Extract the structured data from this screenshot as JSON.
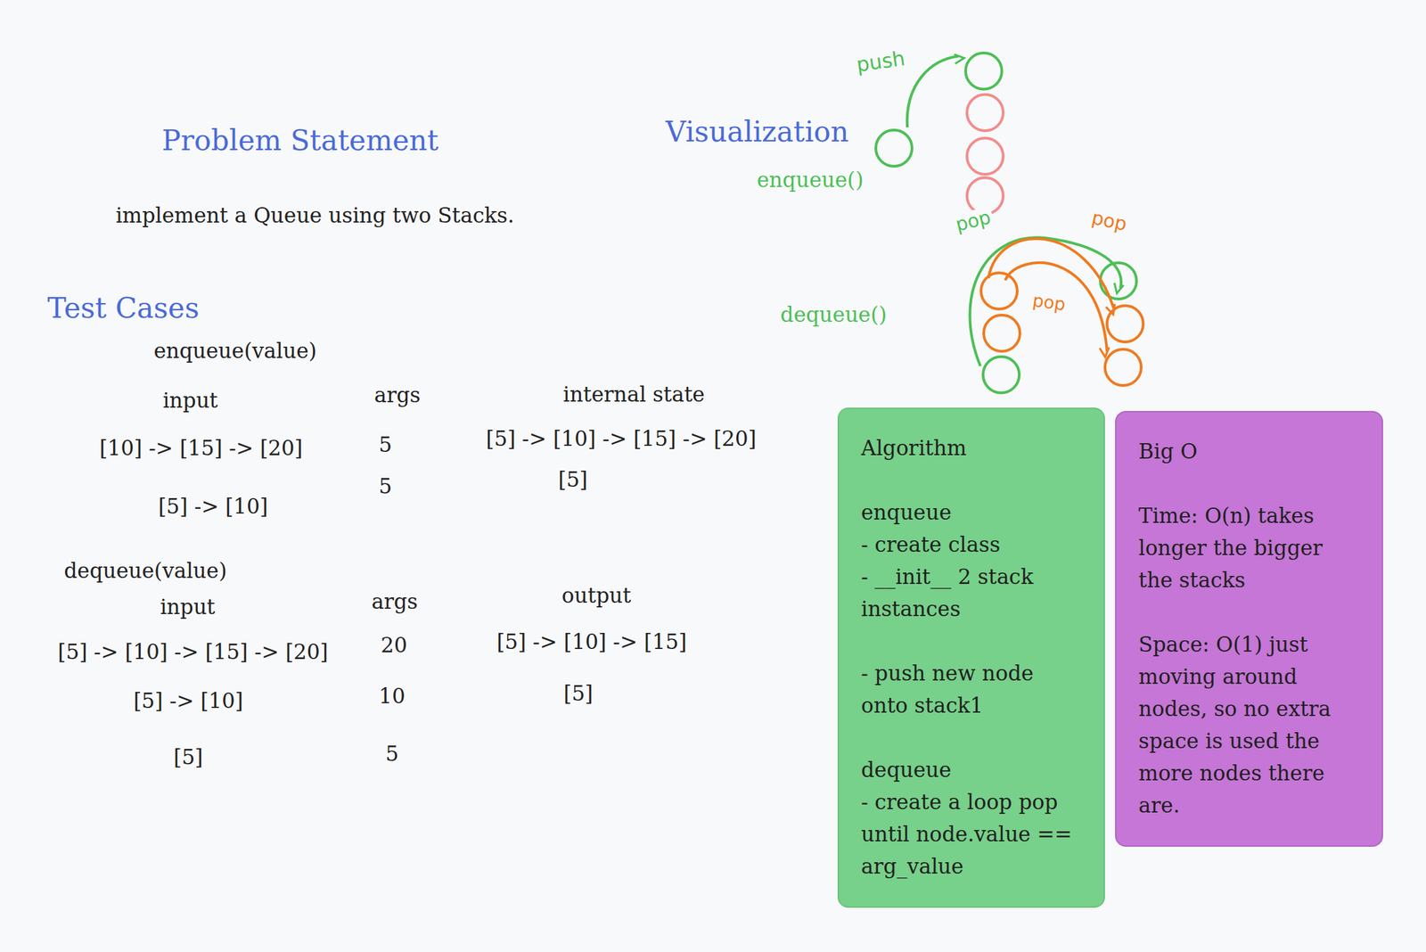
{
  "diagram": {
    "nodes": [
      {
        "text": [
          "Algorithm",
          "enqueue",
          "- create class",
          "- __init__ 2 stack instances",
          "- push new node onto stack1",
          "dequeue",
          "- create a loop pop until node.value == arg_value"
        ]
      },
      {
        "text": [
          "Big O",
          "Time: O(n) takes longer the bigger the stacks",
          "Space: O(1) just moving around nodes, so no extra space is used the more nodes there are."
        ]
      }
    ],
    "labels": [
      "Problem Statement",
      "implement a Queue using two Stacks.",
      "Visualization",
      "push",
      "enqueue()",
      "pop",
      "pop",
      "pop",
      "dequeue()",
      "Test Cases",
      "enqueue(value)",
      "input",
      "args",
      "internal state",
      "[10] -> [15] -> [20]",
      "5",
      "[5] -> [10] -> [15] -> [20]",
      "5",
      "[5]",
      "[5] -> [10]",
      "dequeue(value)",
      "input",
      "args",
      "output",
      "[5] -> [10] -> [15] -> [20]",
      "20",
      "[5] -> [10] -> [15]",
      "[5] -> [10]",
      "10",
      "[5]",
      "[5]",
      "5"
    ]
  }
}
